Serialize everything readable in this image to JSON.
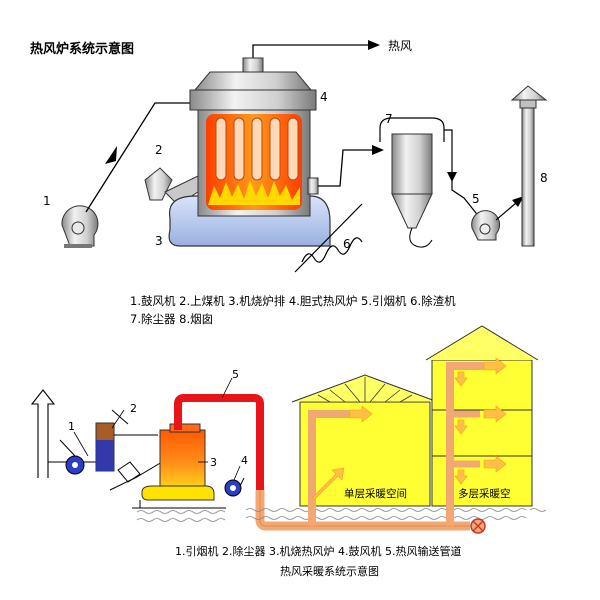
{
  "top": {
    "title": "热风炉系统示意图",
    "hot_air": "热风",
    "numbers": {
      "n1": "1",
      "n2": "2",
      "n3": "3",
      "n4": "4",
      "n5": "5",
      "n6": "6",
      "n7": "7",
      "n8": "8"
    },
    "legend_line1": "1.鼓风机 2.上煤机 3.机烧炉排 4.胆式热风炉 5.引烟机 6.除渣机",
    "legend_line2": "7.除尘器 8.烟囱"
  },
  "bottom": {
    "numbers": {
      "n1": "1",
      "n2": "2",
      "n3": "3",
      "n4": "4",
      "n5": "5"
    },
    "single_floor": "单层采暖空间",
    "multi_floor": "多层采暖空",
    "legend": "1.引烟机  2.除尘器  3.机烧热风炉  4.鼓风机  5.热风输送管道",
    "caption": "热风采暖系统示意图"
  },
  "colors": {
    "furnace_fire": "#ff7a1a",
    "flame": "#ffd800",
    "shed_yellow": "#ffff33",
    "duct_orange": "#f2a872",
    "duct_red": "#e8141a",
    "base_blue": "#a9bce8",
    "fan_blue": "#2a3ec8",
    "air_arrow": "#ffc048"
  }
}
